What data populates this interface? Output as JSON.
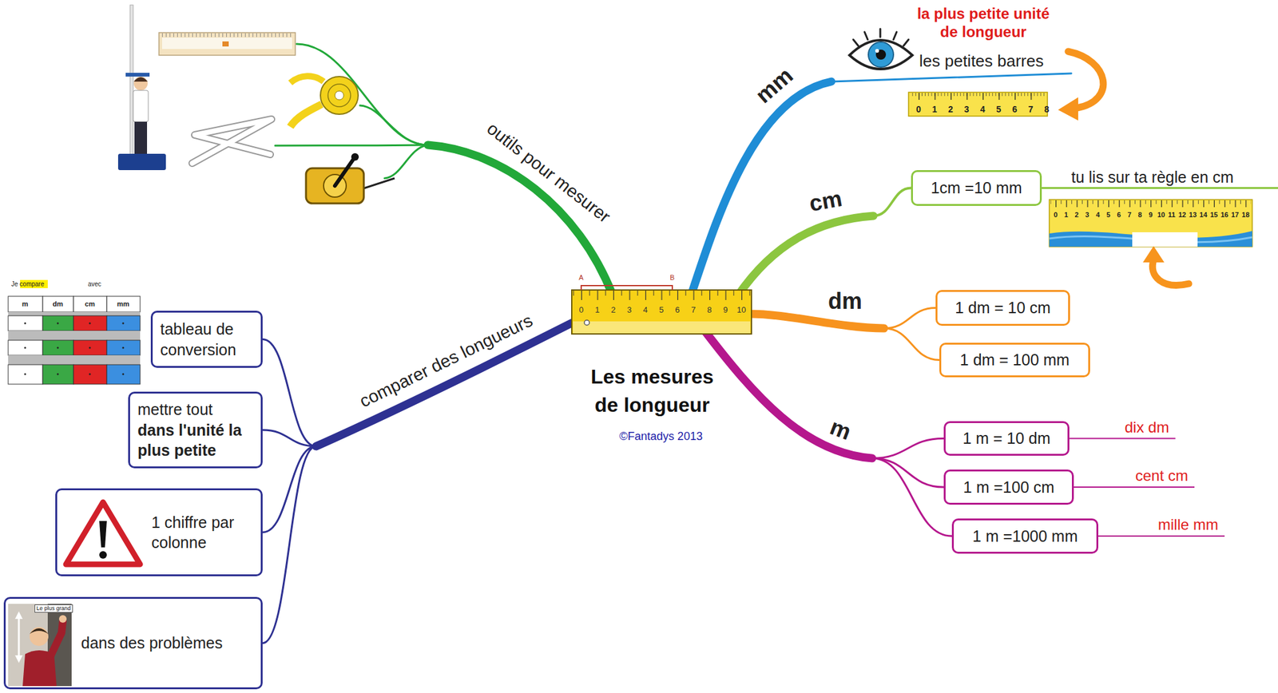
{
  "diagram": {
    "title": "Les mesures de longueur",
    "caption": "©Fantadys 2013",
    "nodes": [
      {
        "text": [
          "1cm =10 mm"
        ]
      },
      {
        "text": [
          "1 dm = 10 cm"
        ]
      },
      {
        "text": [
          "1 dm = 100 mm"
        ]
      },
      {
        "text": [
          "1 m = 10 dm"
        ]
      },
      {
        "text": [
          "1 m =100 cm"
        ]
      },
      {
        "text": [
          "1 m =1000 mm"
        ]
      },
      {
        "text": [
          "tableau de conversion"
        ]
      },
      {
        "text": [
          "mettre tout",
          "dans l'unité la plus petite"
        ]
      },
      {
        "text": [
          "1 chiffre par colonne"
        ]
      },
      {
        "text": [
          "dans des problèmes"
        ]
      }
    ],
    "labels": [
      "la plus petite unité de longueur",
      "les petites barres",
      "tu lis sur ta règle en cm",
      "dix dm",
      "cent cm",
      "mille mm",
      "mm",
      "cm",
      "dm",
      "m",
      "outils pour mesurer",
      "comparer des longueurs",
      "A",
      "B",
      "0",
      "1",
      "2",
      "3",
      "4",
      "5",
      "6",
      "7",
      "8",
      "9",
      "10",
      "0",
      "1",
      "2",
      "3",
      "4",
      "5",
      "6",
      "7",
      "8",
      "0",
      "1",
      "2",
      "3",
      "4",
      "5",
      "6",
      "7",
      "8",
      "9",
      "10",
      "11",
      "12",
      "13",
      "14",
      "15",
      "16",
      "17",
      "18",
      "Je compare",
      "avec",
      "m",
      "dm",
      "cm",
      "mm",
      "Le plus grand"
    ]
  }
}
